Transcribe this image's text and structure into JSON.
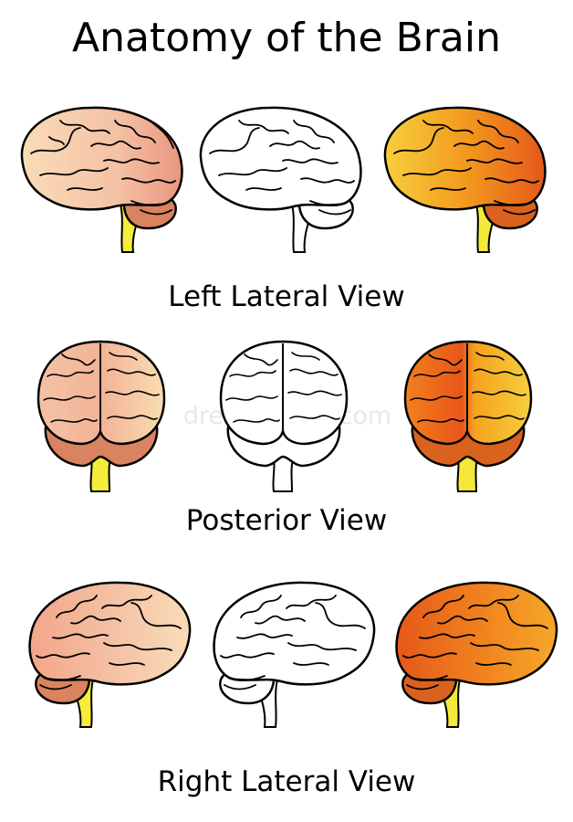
{
  "title": "Anatomy of the Brain",
  "views": [
    {
      "label": "Left Lateral View"
    },
    {
      "label": "Posterior View"
    },
    {
      "label": "Right Lateral View"
    }
  ],
  "styles": {
    "pink": {
      "light": "#f9dcb8",
      "mid": "#f2b79a",
      "dark": "#e28c75",
      "cerebellum": "#d98360",
      "stem": "#f4ee3a"
    },
    "outline": {
      "fill": "#ffffff"
    },
    "orange": {
      "light": "#f7cf3c",
      "mid": "#f39a1e",
      "dark": "#e5581a",
      "cerebellum": "#d9621f",
      "stem": "#f4e83a"
    }
  },
  "watermark": "dreamstime.com"
}
